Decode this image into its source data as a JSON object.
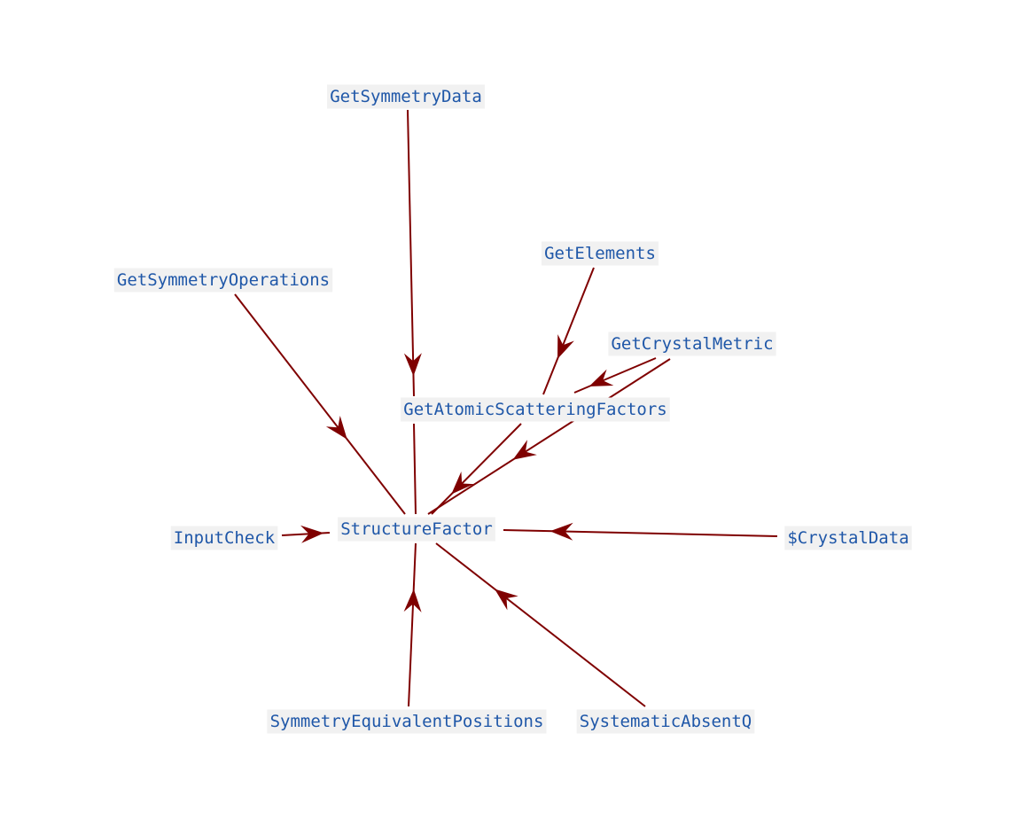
{
  "diagram": {
    "nodes": [
      {
        "id": "GetSymmetryData",
        "label": "GetSymmetryData"
      },
      {
        "id": "GetSymmetryOperations",
        "label": "GetSymmetryOperations"
      },
      {
        "id": "GetElements",
        "label": "GetElements"
      },
      {
        "id": "GetCrystalMetric",
        "label": "GetCrystalMetric"
      },
      {
        "id": "GetAtomicScatteringFactors",
        "label": "GetAtomicScatteringFactors"
      },
      {
        "id": "InputCheck",
        "label": "InputCheck"
      },
      {
        "id": "StructureFactor",
        "label": "StructureFactor"
      },
      {
        "id": "CrystalData",
        "label": "$CrystalData"
      },
      {
        "id": "SymmetryEquivalentPositions",
        "label": "SymmetryEquivalentPositions"
      },
      {
        "id": "SystematicAbsentQ",
        "label": "SystematicAbsentQ"
      }
    ],
    "edges": [
      {
        "from": "GetSymmetryData",
        "to": "GetAtomicScatteringFactors"
      },
      {
        "from": "GetSymmetryOperations",
        "to": "StructureFactor"
      },
      {
        "from": "GetElements",
        "to": "GetAtomicScatteringFactors"
      },
      {
        "from": "GetCrystalMetric",
        "to": "GetAtomicScatteringFactors"
      },
      {
        "from": "GetCrystalMetric",
        "to": "StructureFactor"
      },
      {
        "from": "GetAtomicScatteringFactors",
        "to": "StructureFactor"
      },
      {
        "from": "InputCheck",
        "to": "StructureFactor"
      },
      {
        "from": "CrystalData",
        "to": "StructureFactor"
      },
      {
        "from": "SymmetryEquivalentPositions",
        "to": "StructureFactor"
      },
      {
        "from": "SystematicAbsentQ",
        "to": "StructureFactor"
      }
    ],
    "colors": {
      "edge": "#7f0000",
      "label": "#1f57a8",
      "label_background": "#f1f1f1"
    }
  }
}
